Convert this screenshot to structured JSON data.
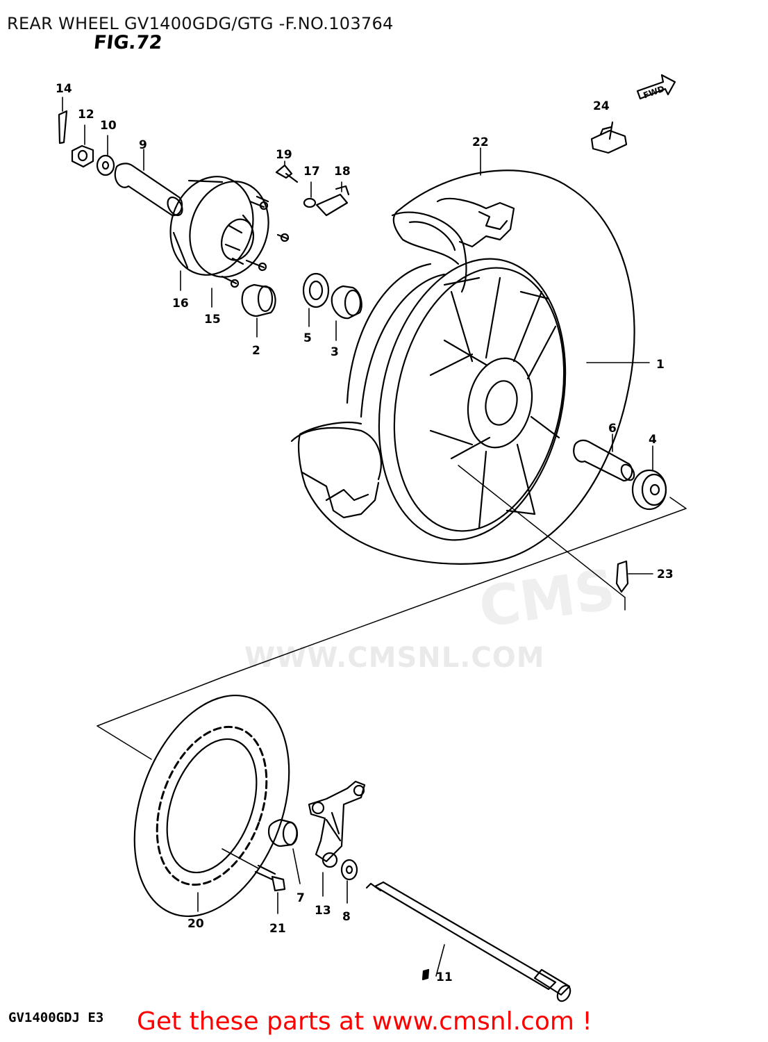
{
  "header": {
    "title": "REAR WHEEL GV1400GDG/GTG -F.NO.103764",
    "figure": "FIG.72"
  },
  "direction_marker": "FWD",
  "watermark": {
    "logo": "CMS",
    "url": "WWW.CMSNL.COM"
  },
  "callouts": {
    "c1": "1",
    "c2": "2",
    "c3": "3",
    "c4": "4",
    "c5": "5",
    "c6": "6",
    "c7": "7",
    "c8": "8",
    "c9": "9",
    "c10": "10",
    "c11": "11",
    "c12": "12",
    "c13": "13",
    "c14": "14",
    "c15": "15",
    "c16": "16",
    "c17": "17",
    "c18": "18",
    "c19": "19",
    "c20": "20",
    "c21": "21",
    "c22": "22",
    "c23": "23",
    "c24": "24"
  },
  "footer": {
    "model_code": "GV1400GDJ E3",
    "link_text": "Get these parts at www.cmsnl.com !"
  }
}
